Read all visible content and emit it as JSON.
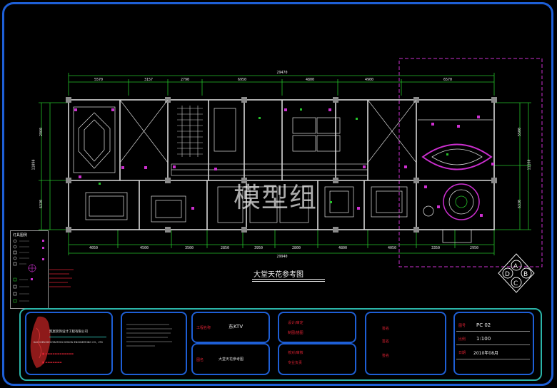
{
  "drawing": {
    "watermark": "模型组",
    "plan_title": "大堂天花参考图",
    "dims_top_overall": "29470",
    "dims_top": [
      "5570",
      "3157",
      "2790",
      "6950",
      "4800",
      "4900",
      "6570"
    ],
    "dims_bottom_overall": "29940",
    "dims_bottom": [
      "4050",
      "4500",
      "3500",
      "2850",
      "3950",
      "2800",
      "4800",
      "4050",
      "3350",
      "2950"
    ],
    "dims_left": [
      "2960",
      "11090",
      "6330"
    ],
    "dims_right": [
      "5500",
      "11160",
      "6330"
    ],
    "compass": [
      "A",
      "B",
      "C",
      "D"
    ],
    "legend_title": "灯具图例"
  },
  "title_block": {
    "company_cn": "凯宸装饰设计工程有限公司",
    "company_en": "KAI CHEN DECORATION DESIGN ENGINEERING CO., LTD",
    "project_label": "工程名称",
    "project_value": "东KTV",
    "drawing_label": "图名",
    "drawing_value": "大堂天花参考图",
    "design_label": "设计/审定",
    "draw_label": "制图/描图",
    "check_label": "校对/审核",
    "approve_label": "专业负责",
    "sign_labels": [
      "签名",
      "签名",
      "签名"
    ],
    "no_label": "图号",
    "no_value": "PC 02",
    "scale_label": "比例",
    "scale_value": "1:100",
    "date_label": "日期",
    "date_value": "2010年08月"
  },
  "colors": {
    "frame": "#1e5fd6",
    "title_block_outer": "#2bb5a9",
    "wall": "#d8d8d8",
    "dim_line": "#25c22a",
    "magenta": "#cc2fcf"
  }
}
